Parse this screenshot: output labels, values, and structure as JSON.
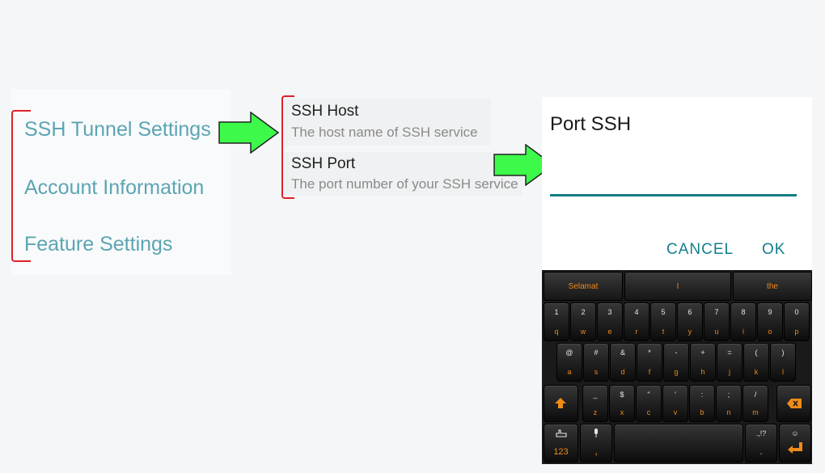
{
  "menu": {
    "items": [
      "SSH Tunnel Settings",
      "Account Information",
      "Feature Settings"
    ]
  },
  "prefs": {
    "host_title": "SSH Host",
    "host_summary": "The host name of SSH service",
    "port_title": "SSH Port",
    "port_summary": "The port number of your SSH service"
  },
  "dialog": {
    "title": "Port SSH",
    "input_value": "",
    "cancel": "CANCEL",
    "ok": "OK"
  },
  "keyboard": {
    "suggestions": [
      "Selamat",
      "I",
      "the"
    ],
    "row1": [
      [
        "1",
        "q"
      ],
      [
        "2",
        "w"
      ],
      [
        "3",
        "e"
      ],
      [
        "4",
        "r"
      ],
      [
        "5",
        "t"
      ],
      [
        "6",
        "y"
      ],
      [
        "7",
        "u"
      ],
      [
        "8",
        "i"
      ],
      [
        "9",
        "o"
      ],
      [
        "0",
        "p"
      ]
    ],
    "row2": [
      [
        "@",
        "a"
      ],
      [
        "#",
        "s"
      ],
      [
        "&",
        "d"
      ],
      [
        "*",
        "f"
      ],
      [
        "-",
        "g"
      ],
      [
        "+",
        "h"
      ],
      [
        "=",
        "j"
      ],
      [
        "(",
        "k"
      ],
      [
        ")",
        "l"
      ]
    ],
    "row3": [
      [
        "_",
        "z"
      ],
      [
        "$",
        "x"
      ],
      [
        "\"",
        "c"
      ],
      [
        "'",
        "v"
      ],
      [
        ":",
        "b"
      ],
      [
        ";",
        "n"
      ],
      [
        "/",
        "m"
      ]
    ],
    "sym_label": "123",
    "comma": ",",
    "period": ".",
    "period_alt": ".,!?",
    "enter_alt": "☺"
  },
  "colors": {
    "menu_text": "#5ba5b3",
    "bracket": "#e0212b",
    "arrow": "#3dfa4a",
    "accent": "#127f8c",
    "key_label": "#f08a18"
  }
}
